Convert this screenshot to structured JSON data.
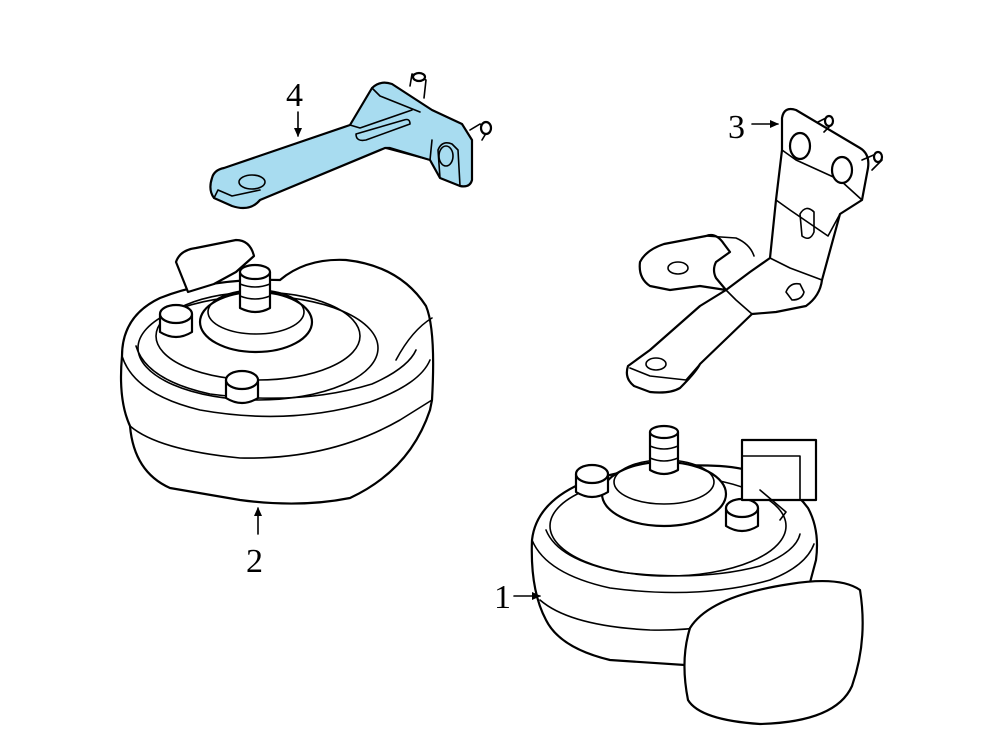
{
  "highlight_color": "#a8dcf0",
  "line_color": "#000000",
  "callouts": [
    {
      "id": "1",
      "label": "1"
    },
    {
      "id": "2",
      "label": "2"
    },
    {
      "id": "3",
      "label": "3"
    },
    {
      "id": "4",
      "label": "4"
    }
  ]
}
